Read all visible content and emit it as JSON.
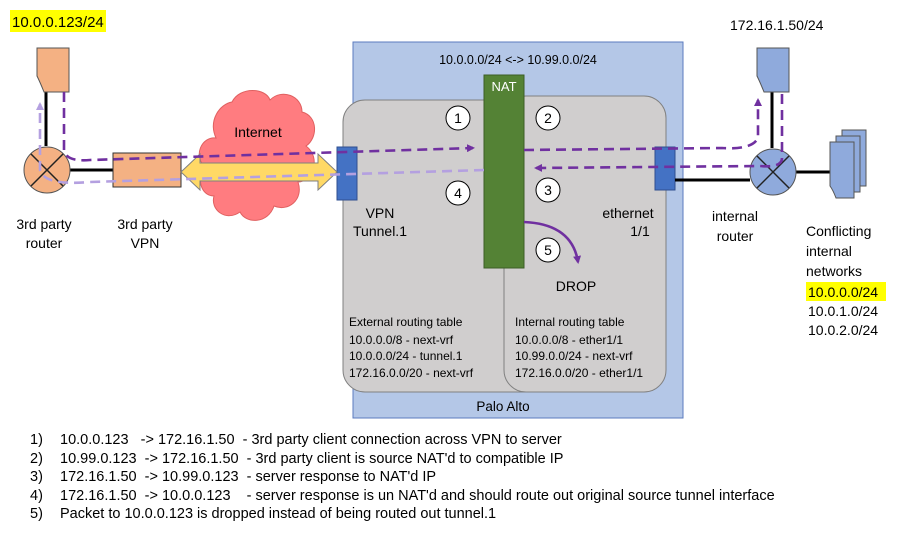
{
  "colors": {
    "palo_alto_fill": "#b4c7e7",
    "zone_fill": "#d0cece",
    "nat_fill": "#548235",
    "tunnel_fill": "#4472c4",
    "internet_fill": "#ff7c80",
    "vpn_fill": "#f4b183",
    "router_fill": "#f4b183",
    "internal_router_fill": "#8faadc",
    "arrow_dark": "#7030a0",
    "arrow_light": "#b4a0e0",
    "highlight": "#ffff00"
  },
  "labels": {
    "external_subnet": "10.0.0.123/24",
    "internal_server_subnet": "172.16.1.50/24",
    "nat_mapping": "10.0.0.0/24 <-> 10.99.0.0/24",
    "nat": "NAT",
    "internet": "Internet",
    "third_party_router": [
      "3rd party",
      "router"
    ],
    "third_party_vpn": [
      "3rd party",
      "VPN"
    ],
    "vpn_tunnel": [
      "VPN",
      "Tunnel.1"
    ],
    "ethernet": [
      "ethernet",
      "1/1"
    ],
    "internal_router": [
      "internal",
      "router"
    ],
    "drop": "DROP",
    "palo_alto": "Palo Alto",
    "conflicting_title": [
      "Conflicting",
      "internal",
      "networks"
    ],
    "conflicting_networks": [
      "10.0.0.0/24",
      "10.0.1.0/24",
      "10.0.2.0/24"
    ]
  },
  "steps": {
    "s1": "1",
    "s2": "2",
    "s3": "3",
    "s4": "4",
    "s5": "5"
  },
  "external_routing": {
    "title": "External routing table",
    "rows": [
      "10.0.0.0/8 - next-vrf",
      "10.0.0.0/24 - tunnel.1",
      "172.16.0.0/20 - next-vrf"
    ]
  },
  "internal_routing": {
    "title": "Internal routing table",
    "rows": [
      "10.0.0.0/8 - ether1/1",
      "10.99.0.0/24 - next-vrf",
      "172.16.0.0/20 - ether1/1"
    ]
  },
  "notes": [
    {
      "num": "1)",
      "text": "10.0.0.123   -> 172.16.1.50  - 3rd party client connection across VPN to server"
    },
    {
      "num": "2)",
      "text": "10.99.0.123  -> 172.16.1.50  - 3rd party client is source NAT'd to compatible IP"
    },
    {
      "num": "3)",
      "text": "172.16.1.50  -> 10.99.0.123  - server response to NAT'd IP"
    },
    {
      "num": "4)",
      "text": "172.16.1.50  -> 10.0.0.123    - server response is un NAT'd and should route out original source tunnel interface"
    },
    {
      "num": "5)",
      "text": "Packet to 10.0.0.123 is dropped instead of being routed out tunnel.1"
    }
  ]
}
